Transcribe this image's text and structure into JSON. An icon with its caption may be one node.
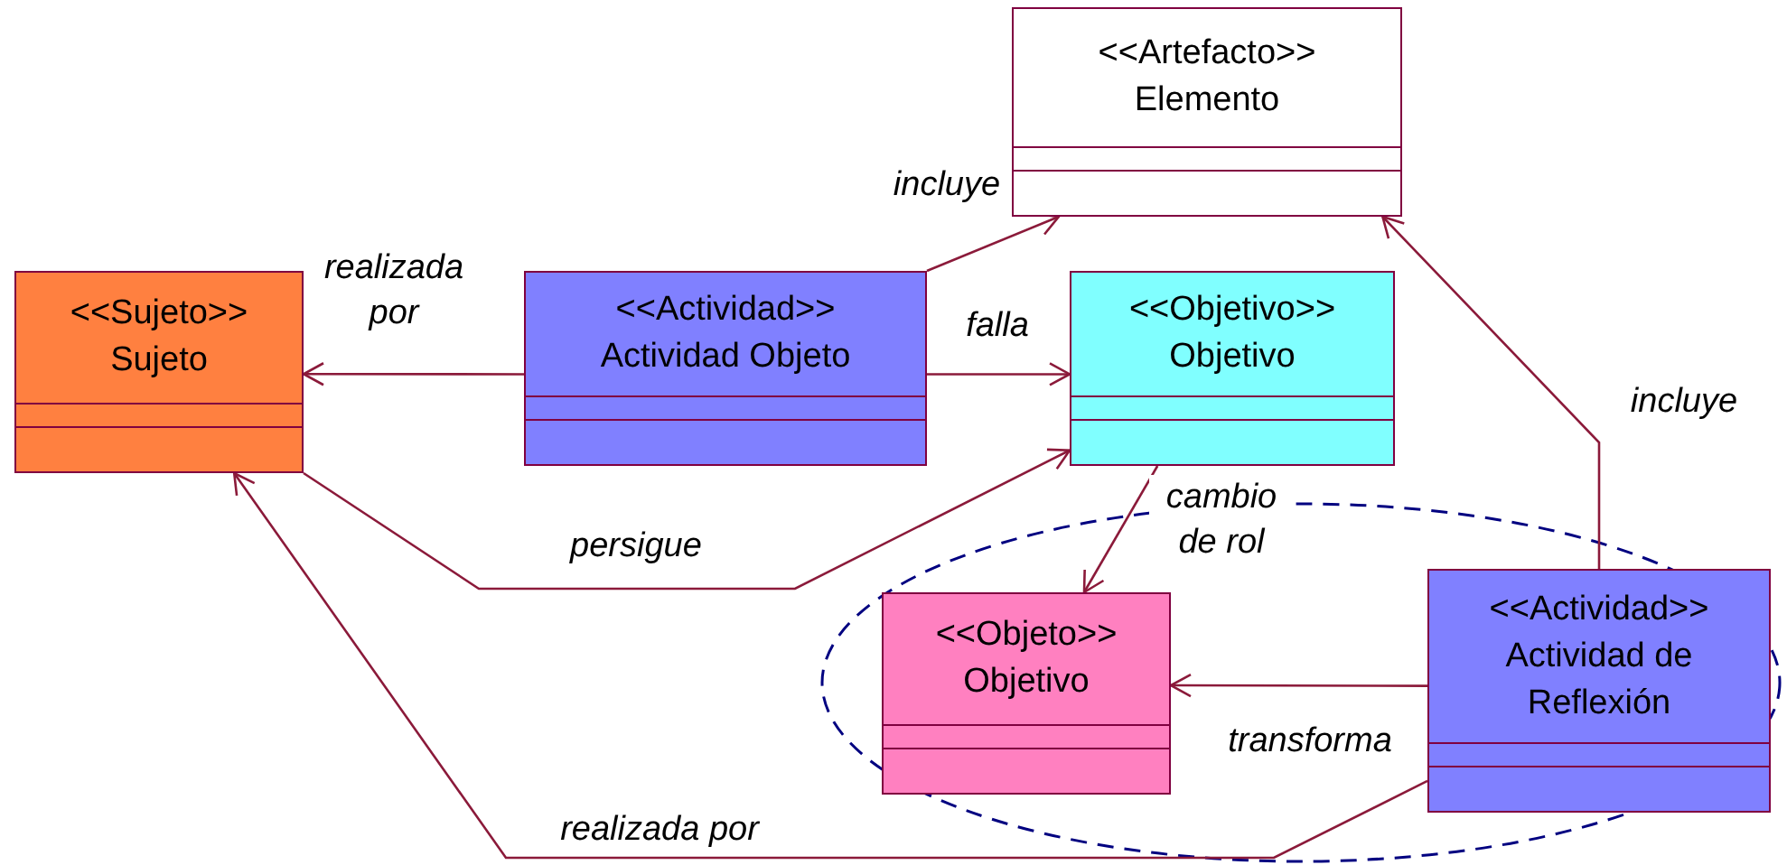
{
  "diagram": {
    "nodes": [
      {
        "text": [
          "<<Artefacto>>",
          "Elemento"
        ]
      },
      {
        "text": [
          "<<Sujeto>>",
          "Sujeto"
        ]
      },
      {
        "text": [
          "<<Actividad>>",
          "Actividad Objeto"
        ]
      },
      {
        "text": [
          "<<Objetivo>>",
          "Objetivo"
        ]
      },
      {
        "text": [
          "<<Objeto>>",
          "Objetivo"
        ]
      },
      {
        "text": [
          "<<Actividad>>",
          "Actividad de Reflexión"
        ]
      }
    ],
    "edges": [
      {
        "from": 2,
        "to": 0,
        "arrow": "to",
        "label": "incluye"
      },
      {
        "from": 2,
        "to": 1,
        "arrow": "to",
        "label": "realizada por"
      },
      {
        "from": 2,
        "to": 3,
        "arrow": "to",
        "label": "falla"
      },
      {
        "from": 1,
        "to": 3,
        "arrow": "to",
        "label": "persigue"
      },
      {
        "from": 3,
        "to": 4,
        "arrow": "to",
        "label": "cambio de rol"
      },
      {
        "from": 5,
        "to": 4,
        "arrow": "to",
        "label": "transforma"
      },
      {
        "from": 5,
        "to": 0,
        "arrow": "to",
        "label": "incluye"
      },
      {
        "from": 5,
        "to": 1,
        "arrow": "to",
        "label": "realizada por"
      }
    ]
  }
}
